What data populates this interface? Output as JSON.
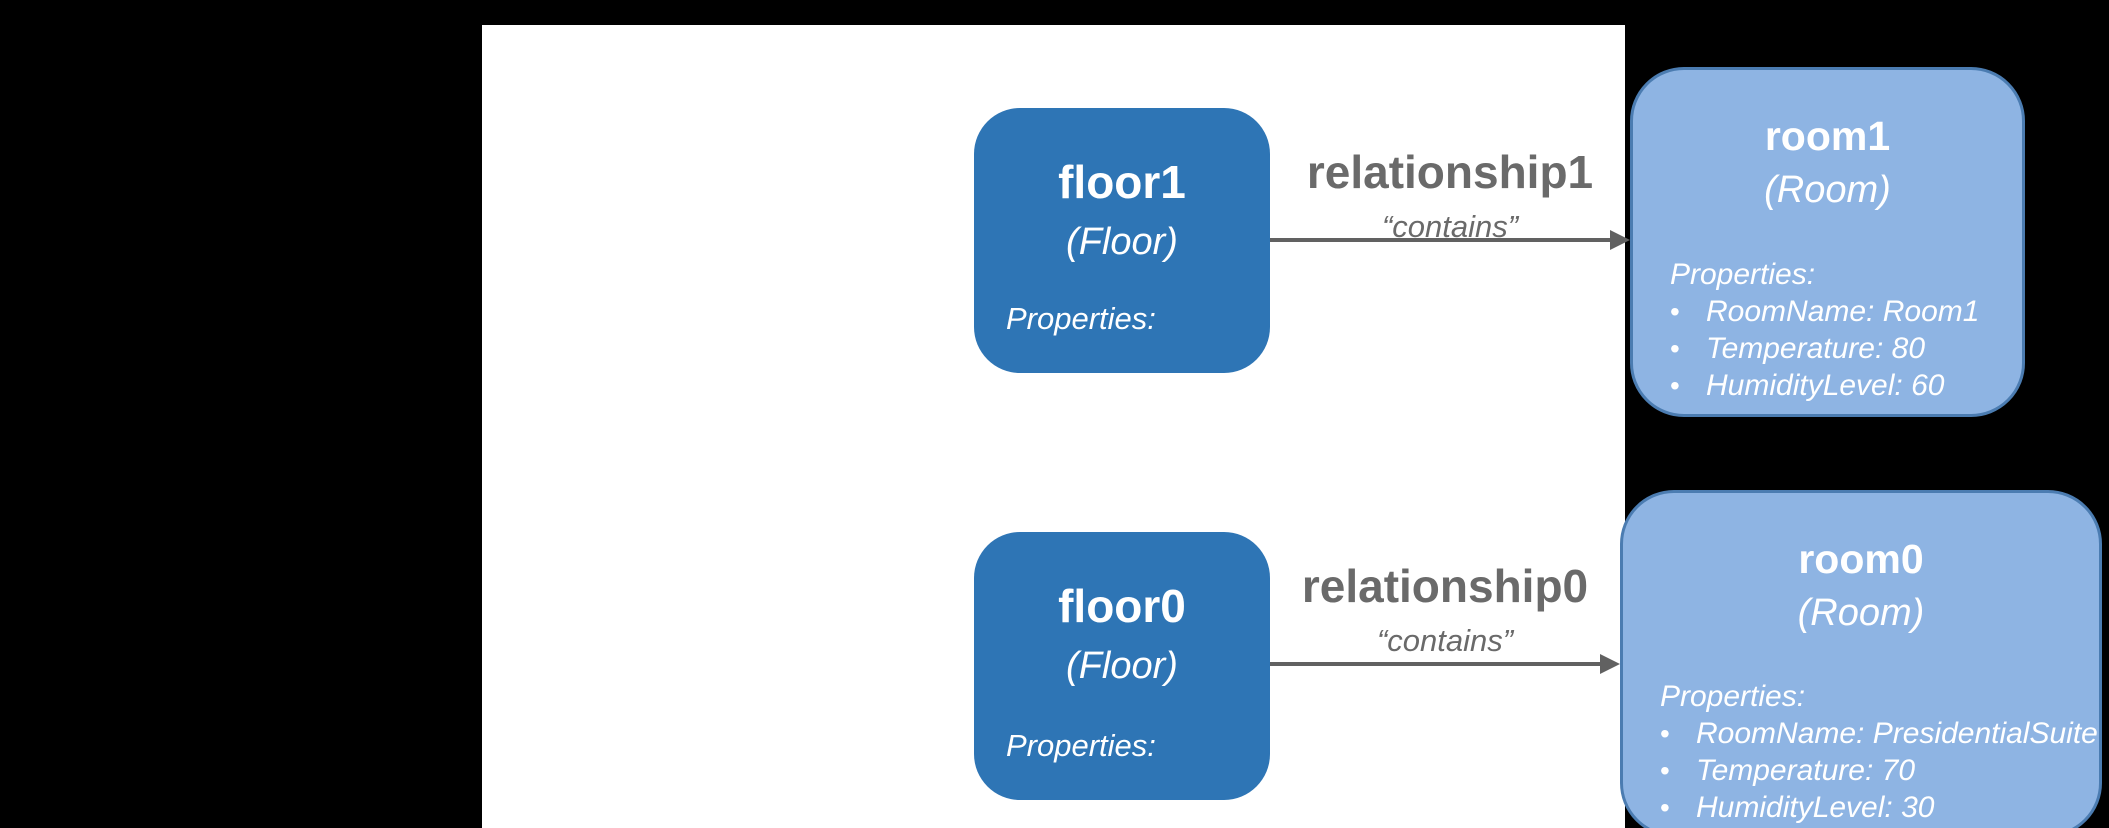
{
  "diagram": {
    "background_color": "#000000",
    "panel_color": "#ffffff",
    "colors": {
      "floor_node_fill": "#2e75b5",
      "room_node_fill": "#8eb4e3",
      "room_node_border": "#4b7cb1",
      "relationship_text_gray": "#6a6a6a",
      "arrow_gray": "#616161",
      "node_text": "#ffffff"
    },
    "ui": {
      "bullet": "•"
    },
    "rows": [
      {
        "source": {
          "name": "floor1",
          "type": "(Floor)",
          "properties_label": "Properties:"
        },
        "relationship": {
          "name": "relationship1",
          "value": "“contains”"
        },
        "target": {
          "name": "room1",
          "type": "(Room)",
          "properties_label": "Properties:",
          "properties": [
            "RoomName: Room1",
            "Temperature: 80",
            "HumidityLevel: 60"
          ]
        }
      },
      {
        "source": {
          "name": "floor0",
          "type": "(Floor)",
          "properties_label": "Properties:"
        },
        "relationship": {
          "name": "relationship0",
          "value": "“contains”"
        },
        "target": {
          "name": "room0",
          "type": "(Room)",
          "properties_label": "Properties:",
          "properties": [
            "RoomName: PresidentialSuite",
            "Temperature: 70",
            "HumidityLevel: 30"
          ]
        }
      }
    ]
  }
}
